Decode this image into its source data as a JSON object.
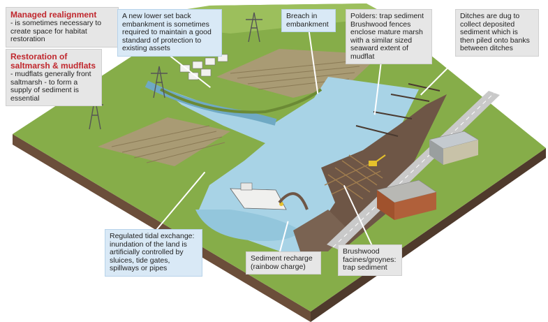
{
  "callouts": {
    "managed_realignment": {
      "title": "Managed realignment",
      "body": "- is sometimes necessary to create space for habitat restoration"
    },
    "restoration": {
      "title": "Restoration of saltmarsh & mudflats",
      "body": "- mudflats generally front saltmarsh - to form a supply of sediment is essential"
    },
    "set_back_embankment": {
      "body": "A new lower set back embankment is sometimes required to maintain a good standard of protection to existing assets"
    },
    "breach": {
      "body": "Breach in embankment"
    },
    "polders": {
      "body": "Polders: trap sediment Brushwood fences enclose mature marsh with a similar sized seaward extent of mudflat"
    },
    "ditches": {
      "body": "Ditches are dug to collect deposited sediment which is then piled onto banks between ditches"
    },
    "regulated_tidal_exchange": {
      "body": "Regulated tidal exchange: inundation of the land is artificially controlled by sluices, tide gates, spillways or pipes"
    },
    "sediment_recharge": {
      "body": "Sediment recharge (rainbow charge)"
    },
    "brushwood_facines": {
      "body": "Brushwood facines/groynes: trap sediment"
    }
  },
  "colors": {
    "water": "#a8d3e6",
    "grass": "#7fa640",
    "mud": "#5e4a3c",
    "callout_blue": "#d9e9f6",
    "callout_grey": "#e6e6e6",
    "title_red": "#c0272d"
  }
}
